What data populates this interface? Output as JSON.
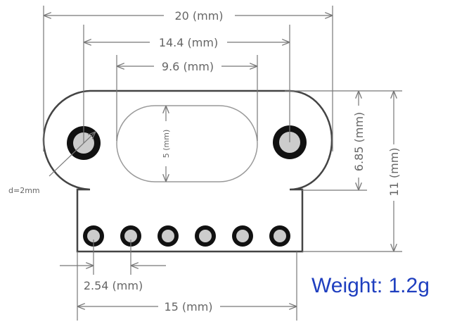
{
  "drawing": {
    "dim_top_20": "20 (mm)",
    "dim_14_4": "14.4 (mm)",
    "dim_9_6": "9.6 (mm)",
    "dim_slot_5": "5 (mm)",
    "dim_6_85": "6.85 (mm)",
    "dim_11": "11 (mm)",
    "dim_pitch": "2.54 (mm)",
    "dim_bottom_15": "15 (mm)",
    "hole_diameter": "d=2mm",
    "pin_count": 6
  },
  "weight_label": "Weight: 1.2g",
  "colors": {
    "outline": "#444444",
    "dim_line": "#777777",
    "hole_ring": "#111111",
    "hole_fill": "#cccccc",
    "weight_text": "#1f3fbf"
  }
}
